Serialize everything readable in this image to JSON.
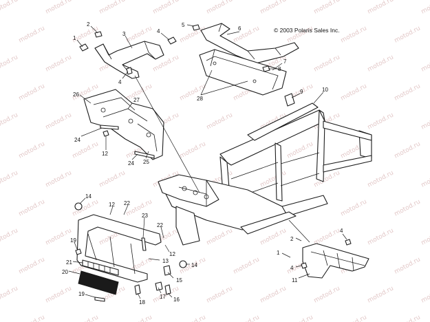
{
  "copyright": "© 2003 Polaris Sales Inc.",
  "watermark": "motod.ru",
  "colors": {
    "line": "#1a1a1a",
    "watermark": "#e2c7c7",
    "background": "#ffffff"
  },
  "callouts": {
    "c1a": "1",
    "c2a": "2",
    "c3": "3",
    "c4a": "4",
    "c4b": "4",
    "c5": "5",
    "c6": "6",
    "c7": "7",
    "c8": "8",
    "c9": "9",
    "c10": "10",
    "c28": "28",
    "c26": "26",
    "c27": "27",
    "c24a": "24",
    "c12a": "12",
    "c24b": "24",
    "c25": "25",
    "c14a": "14",
    "c12b": "12",
    "c22a": "22",
    "c23": "23",
    "c22b": "22",
    "c12c": "12",
    "c19a": "19",
    "c21": "21",
    "c13": "13",
    "c14b": "14",
    "c20": "20",
    "c15": "15",
    "c19b": "19",
    "c18": "18",
    "c17": "17",
    "c16": "16",
    "c2b": "2",
    "c1b": "1",
    "c4c": "4",
    "c4d": "4",
    "c11": "11"
  }
}
